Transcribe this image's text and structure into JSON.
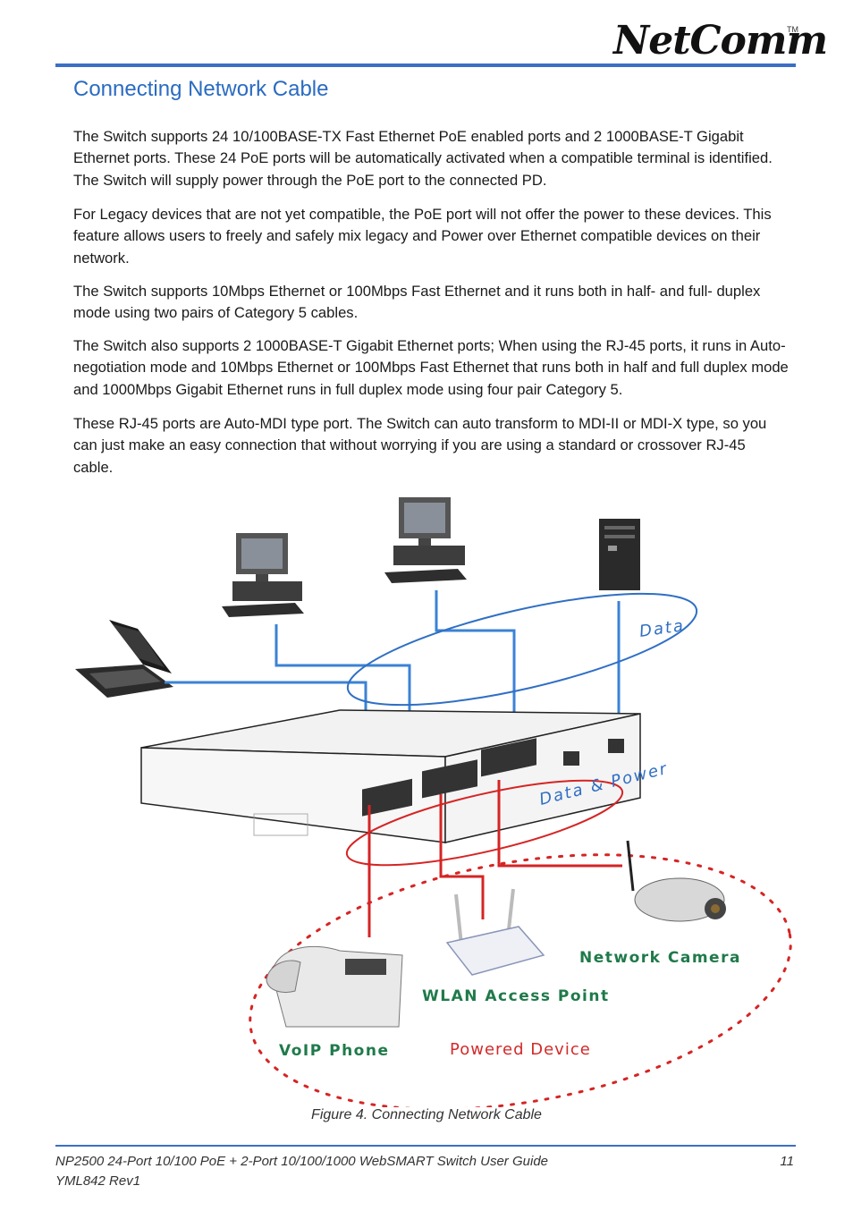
{
  "header": {
    "logo_text": "NetComm",
    "logo_tm": "TM"
  },
  "page": {
    "title": "Connecting Network Cable",
    "paragraphs": [
      "The Switch supports 24 10/100BASE-TX Fast Ethernet PoE enabled ports and 2 1000BASE-T Gigabit Ethernet ports. These 24 PoE ports will be automatically activated when a compatible terminal is identified. The Switch will supply power through the PoE port to the connected PD.",
      "For Legacy devices that are not yet compatible, the PoE port will not offer the power to these devices. This feature allows users to freely and safely mix legacy and Power over Ethernet compatible devices on their network.",
      "The Switch supports 10Mbps Ethernet or 100Mbps Fast Ethernet and it runs both in half- and full- duplex mode using two pairs of Category 5 cables.",
      "The Switch also supports 2 1000BASE-T Gigabit Ethernet ports; When using the RJ-45 ports, it runs in Auto-negotiation mode and 10Mbps Ethernet or 100Mbps Fast Ethernet that runs both in half and full duplex mode and 1000Mbps Gigabit Ethernet runs in full duplex mode using four pair Category 5.",
      "These RJ-45 ports are Auto-MDI type port. The Switch can auto transform to MDI-II or MDI-X type, so you can just make an easy connection that without worrying if you are using a standard or crossover RJ-45 cable."
    ]
  },
  "diagram": {
    "label_data": "Data",
    "label_data_power": "Data & Power",
    "label_network_camera": "Network Camera",
    "label_wlan": "WLAN Access Point",
    "label_voip": "VoIP Phone",
    "label_powered_device": "Powered Device",
    "colors": {
      "data_cable": "#3b82d6",
      "power_cable": "#d62424",
      "green_label": "#1f7a4a"
    }
  },
  "figure": {
    "caption": "Figure 4. Connecting Network Cable"
  },
  "footer": {
    "title": "NP2500 24-Port 10/100 PoE + 2-Port 10/100/1000 WebSMART Switch User Guide",
    "revision": "YML842 Rev1",
    "page_number": "11"
  }
}
